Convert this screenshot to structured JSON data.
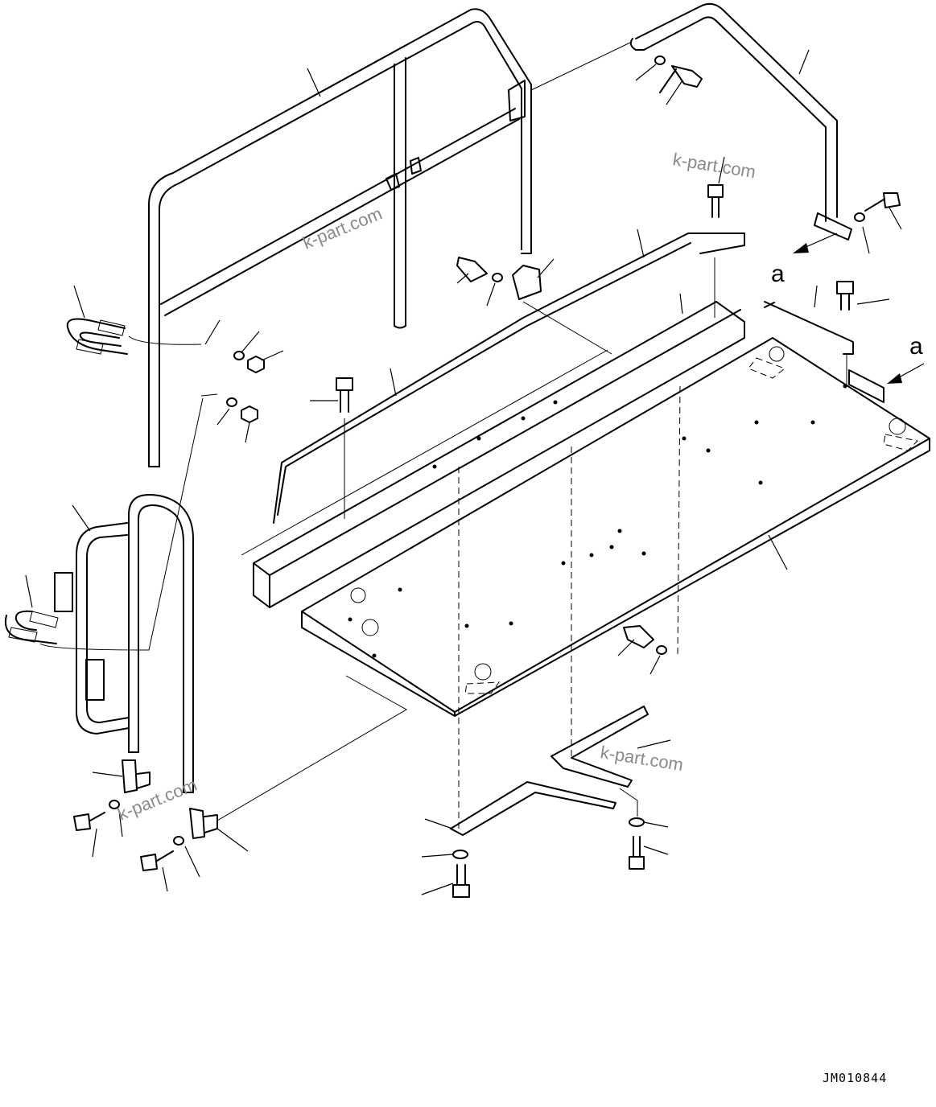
{
  "watermark": "k-part.com",
  "view_marker": "a",
  "drawing_code": "JM010844"
}
